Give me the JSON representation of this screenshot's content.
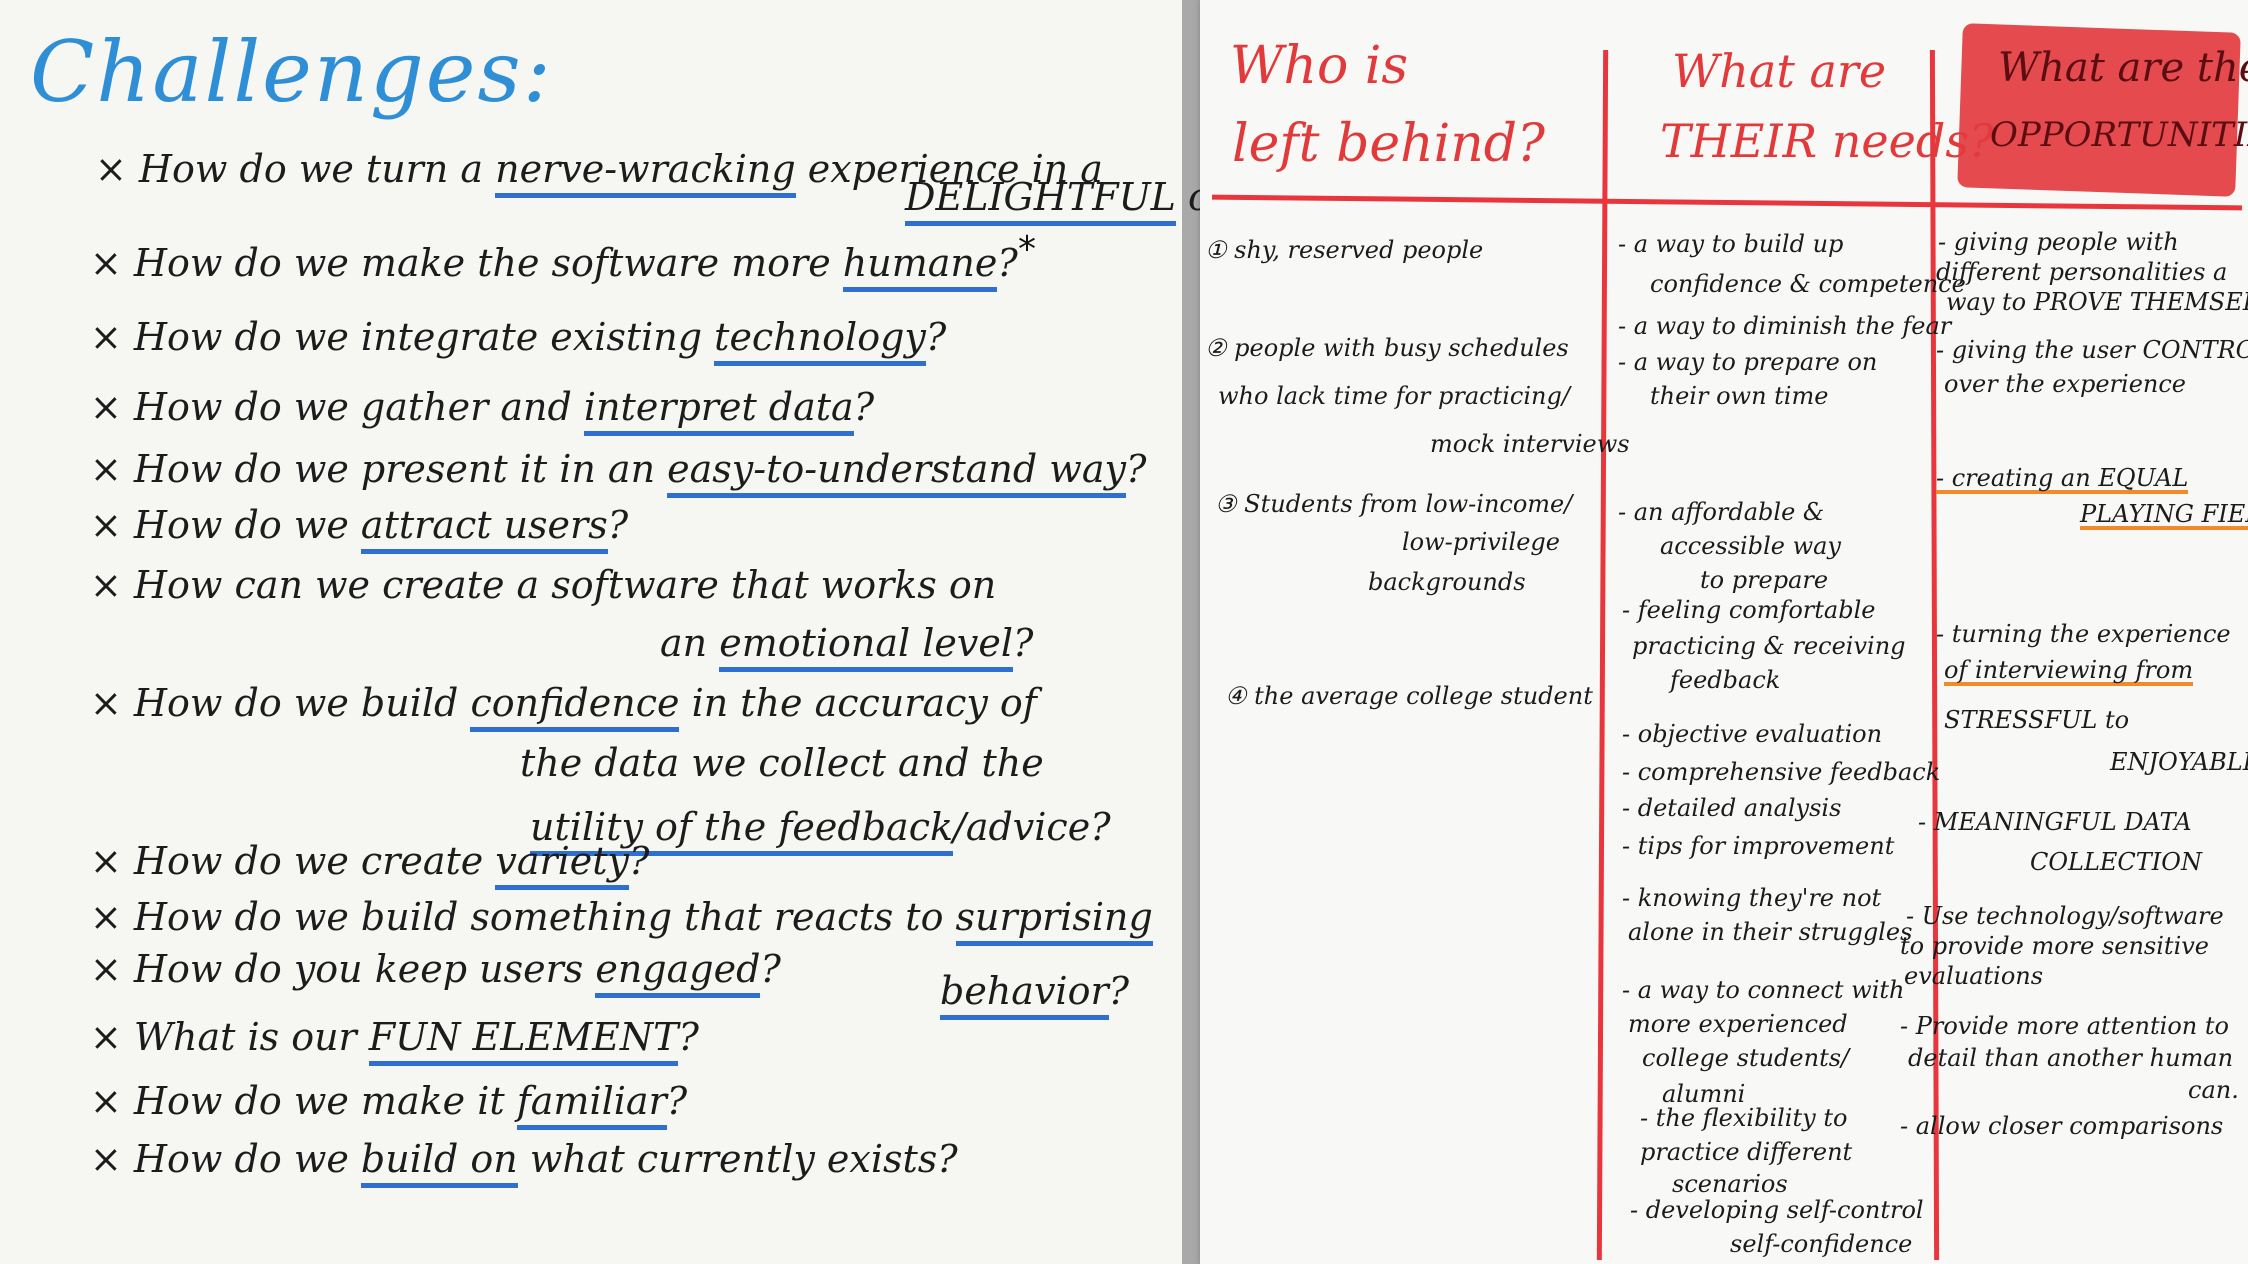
{
  "left_board": {
    "title": "Challenges:",
    "questions": [
      {
        "pre": "× How do we turn a ",
        "hl": "nerve-wracking",
        "post": " experience in a"
      },
      {
        "pre": "",
        "hl": "DELIGHTFUL",
        "post": " one?"
      },
      {
        "pre": "× How do we make the software more ",
        "hl": "humane",
        "post": "?"
      },
      {
        "pre": "× How do we integrate existing ",
        "hl": "technology",
        "post": "?"
      },
      {
        "pre": "× How do we gather and ",
        "hl": "interpret data",
        "post": "?"
      },
      {
        "pre": "× How do we present it in an ",
        "hl": "easy-to-understand way",
        "post": "?"
      },
      {
        "pre": "× How do we ",
        "hl": "attract users",
        "post": "?"
      },
      {
        "pre": "× How can we create a software that works on",
        "hl": "",
        "post": ""
      },
      {
        "pre": "an ",
        "hl": "emotional level",
        "post": "?"
      },
      {
        "pre": "× How do we build ",
        "hl": "confidence",
        "post": " in the accuracy of"
      },
      {
        "pre": "the data we collect and the",
        "hl": "",
        "post": ""
      },
      {
        "pre": "",
        "hl": "utility of the feedback",
        "post": "/advice?"
      },
      {
        "pre": "× How do we create ",
        "hl": "variety",
        "post": "?"
      },
      {
        "pre": "× How do we build something that reacts to ",
        "hl": "surprising",
        "post": ""
      },
      {
        "pre": "× How do you keep users ",
        "hl": "engaged",
        "post": "?"
      },
      {
        "pre": "",
        "hl": "behavior",
        "post": "?"
      },
      {
        "pre": "× What is our ",
        "hl": "FUN ELEMENT",
        "post": "?"
      },
      {
        "pre": "× How do we make it ",
        "hl": "familiar",
        "post": "?"
      },
      {
        "pre": "× How do we ",
        "hl": "build on",
        "post": " what currently exists?"
      }
    ],
    "star": "*"
  },
  "right_board": {
    "headers": {
      "col1_line1": "Who is",
      "col1_line2": "left behind?",
      "col2_line1": "What are",
      "col2_line2": "THEIR needs?",
      "col3_line1": "What are the",
      "col3_line2": "OPPORTUNITIES?"
    },
    "col1": [
      "① shy, reserved people",
      "② people with busy schedules",
      "who lack time for practicing/",
      "mock interviews",
      "③ Students from low-income/",
      "low-privilege",
      "backgrounds",
      "④ the average college student"
    ],
    "col2": [
      "- a way to build up",
      "confidence & competence",
      "- a way to diminish the fear",
      "- a way to prepare on",
      "their own time",
      "- an affordable &",
      "accessible way",
      "to prepare",
      "- feeling comfortable",
      "practicing & receiving",
      "feedback",
      "- objective evaluation",
      "- comprehensive feedback",
      "- detailed analysis",
      "- tips for improvement",
      "- knowing they're not",
      "alone in their struggles",
      "- a way to connect with",
      "more experienced",
      "college students/",
      "alumni",
      "- the flexibility to",
      "practice different",
      "scenarios",
      "- developing self-control",
      "self-confidence"
    ],
    "col3": [
      "- giving people with",
      "different personalities a",
      "way to PROVE THEMSELVES",
      "- giving the user CONTROL",
      "over the experience",
      "- creating an EQUAL",
      "PLAYING FIELD",
      "- turning the experience",
      "of interviewing from",
      "STRESSFUL to",
      "ENJOYABLE",
      "- MEANINGFUL DATA",
      "COLLECTION",
      "- Use technology/software",
      "to provide more sensitive",
      "evaluations",
      "- Provide more attention to",
      "detail than another human",
      "can.",
      "- allow closer comparisons"
    ]
  },
  "colors": {
    "blue_ink": "#2f6fd0",
    "title_blue": "#2f8fd6",
    "red_ink": "#e23a3a",
    "orange_ink": "#f28a2a"
  }
}
